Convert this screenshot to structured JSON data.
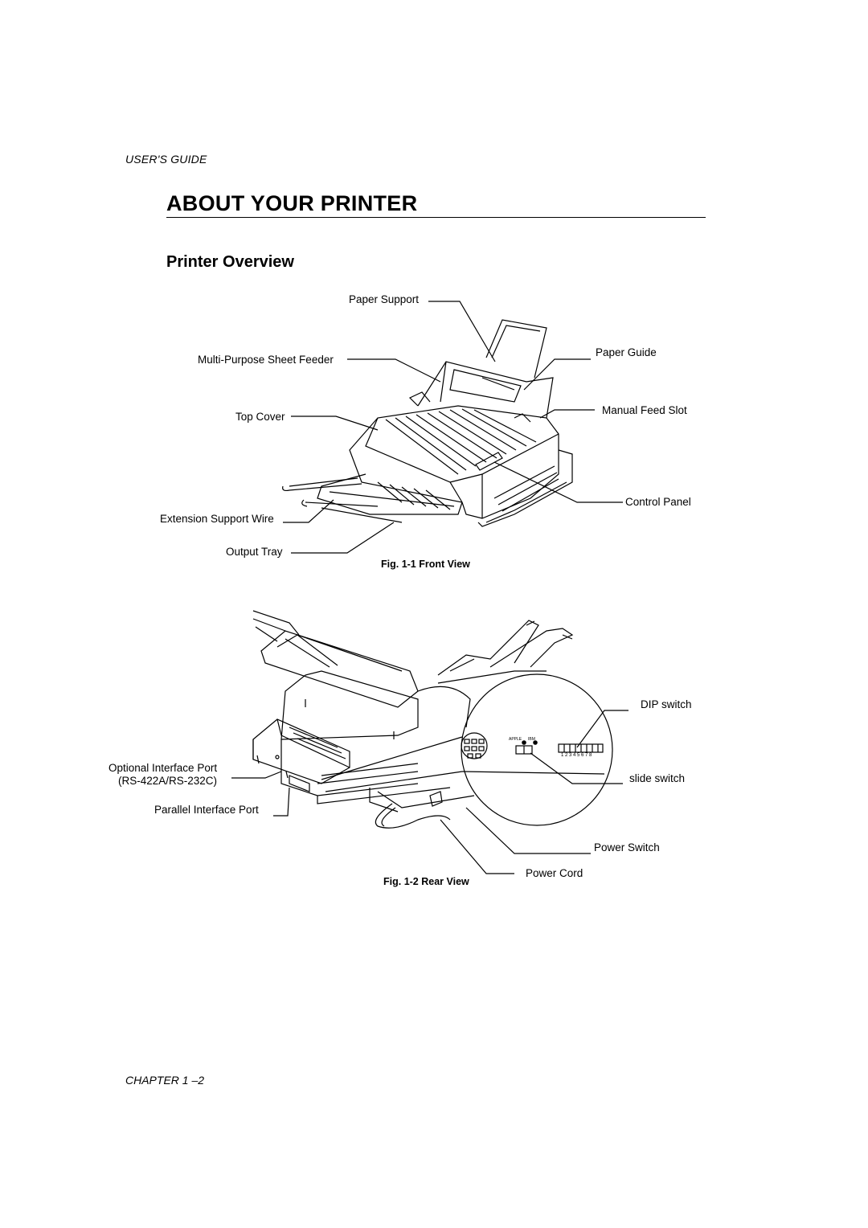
{
  "header": {
    "guide_label": "USER'S GUIDE"
  },
  "chapter": {
    "title": "ABOUT YOUR PRINTER"
  },
  "section": {
    "title": "Printer Overview"
  },
  "front_view": {
    "labels": {
      "paper_support": "Paper Support",
      "multi_purpose_sheet_feeder": "Multi-Purpose Sheet Feeder",
      "top_cover": "Top Cover",
      "extension_support_wire": "Extension Support Wire",
      "output_tray": "Output Tray",
      "paper_guide": "Paper Guide",
      "manual_feed_slot": "Manual Feed Slot",
      "control_panel": "Control Panel"
    },
    "caption": "Fig. 1-1 Front View"
  },
  "rear_view": {
    "labels": {
      "optional_interface_port": "Optional Interface Port",
      "rs_ports": "(RS-422A/RS-232C)",
      "parallel_interface_port": "Parallel Interface Port",
      "dip_switch": "DIP switch",
      "slide_switch": "slide switch",
      "power_switch": "Power Switch",
      "power_cord": "Power Cord"
    },
    "inset": {
      "apple_label": "APPLE",
      "ibm_label": "IBM",
      "dip_numbers": "1 2 3 4 5 6 7 8"
    },
    "caption": "Fig. 1-2 Rear View"
  },
  "footer": {
    "chapter_label": "CHAPTER 1 –2"
  }
}
